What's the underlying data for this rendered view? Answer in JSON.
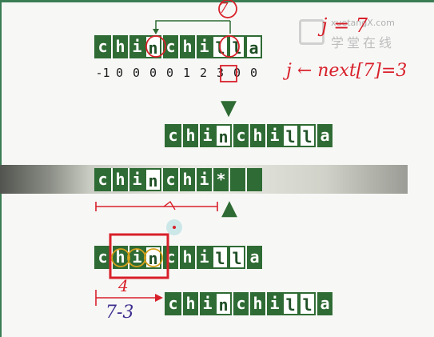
{
  "pattern_top": [
    "c",
    "h",
    "i",
    "n",
    "c",
    "h",
    "i",
    "l",
    "l",
    "a"
  ],
  "next_values": [
    "-1",
    "0",
    "0",
    "0",
    "0",
    "1",
    "2",
    "3",
    "0",
    "0"
  ],
  "marker_top": "7",
  "note_j": "j = 7",
  "note_next": "j ← next[7]=3",
  "pattern_shifted": [
    "c",
    "h",
    "i",
    "n",
    "c",
    "h",
    "i",
    "l",
    "l",
    "a"
  ],
  "text_row": [
    "c",
    "h",
    "i",
    "n",
    "c",
    "h",
    "i",
    "*",
    "",
    ""
  ],
  "pattern_match": [
    "c",
    "h",
    "i",
    "n",
    "c",
    "h",
    "i",
    "l",
    "l",
    "a"
  ],
  "pattern_bottom": [
    "c",
    "h",
    "i",
    "n",
    "c",
    "h",
    "i",
    "l",
    "l",
    "a"
  ],
  "box_label": "4",
  "shift_label": "7-3",
  "logo": {
    "url": "xuetangX.com",
    "cn": "学堂在线"
  },
  "colors": {
    "cell": "#2f6b34",
    "accent_red": "#d8202a",
    "accent_yellow": "#d6a11b",
    "accent_purple": "#3f2f8f"
  }
}
